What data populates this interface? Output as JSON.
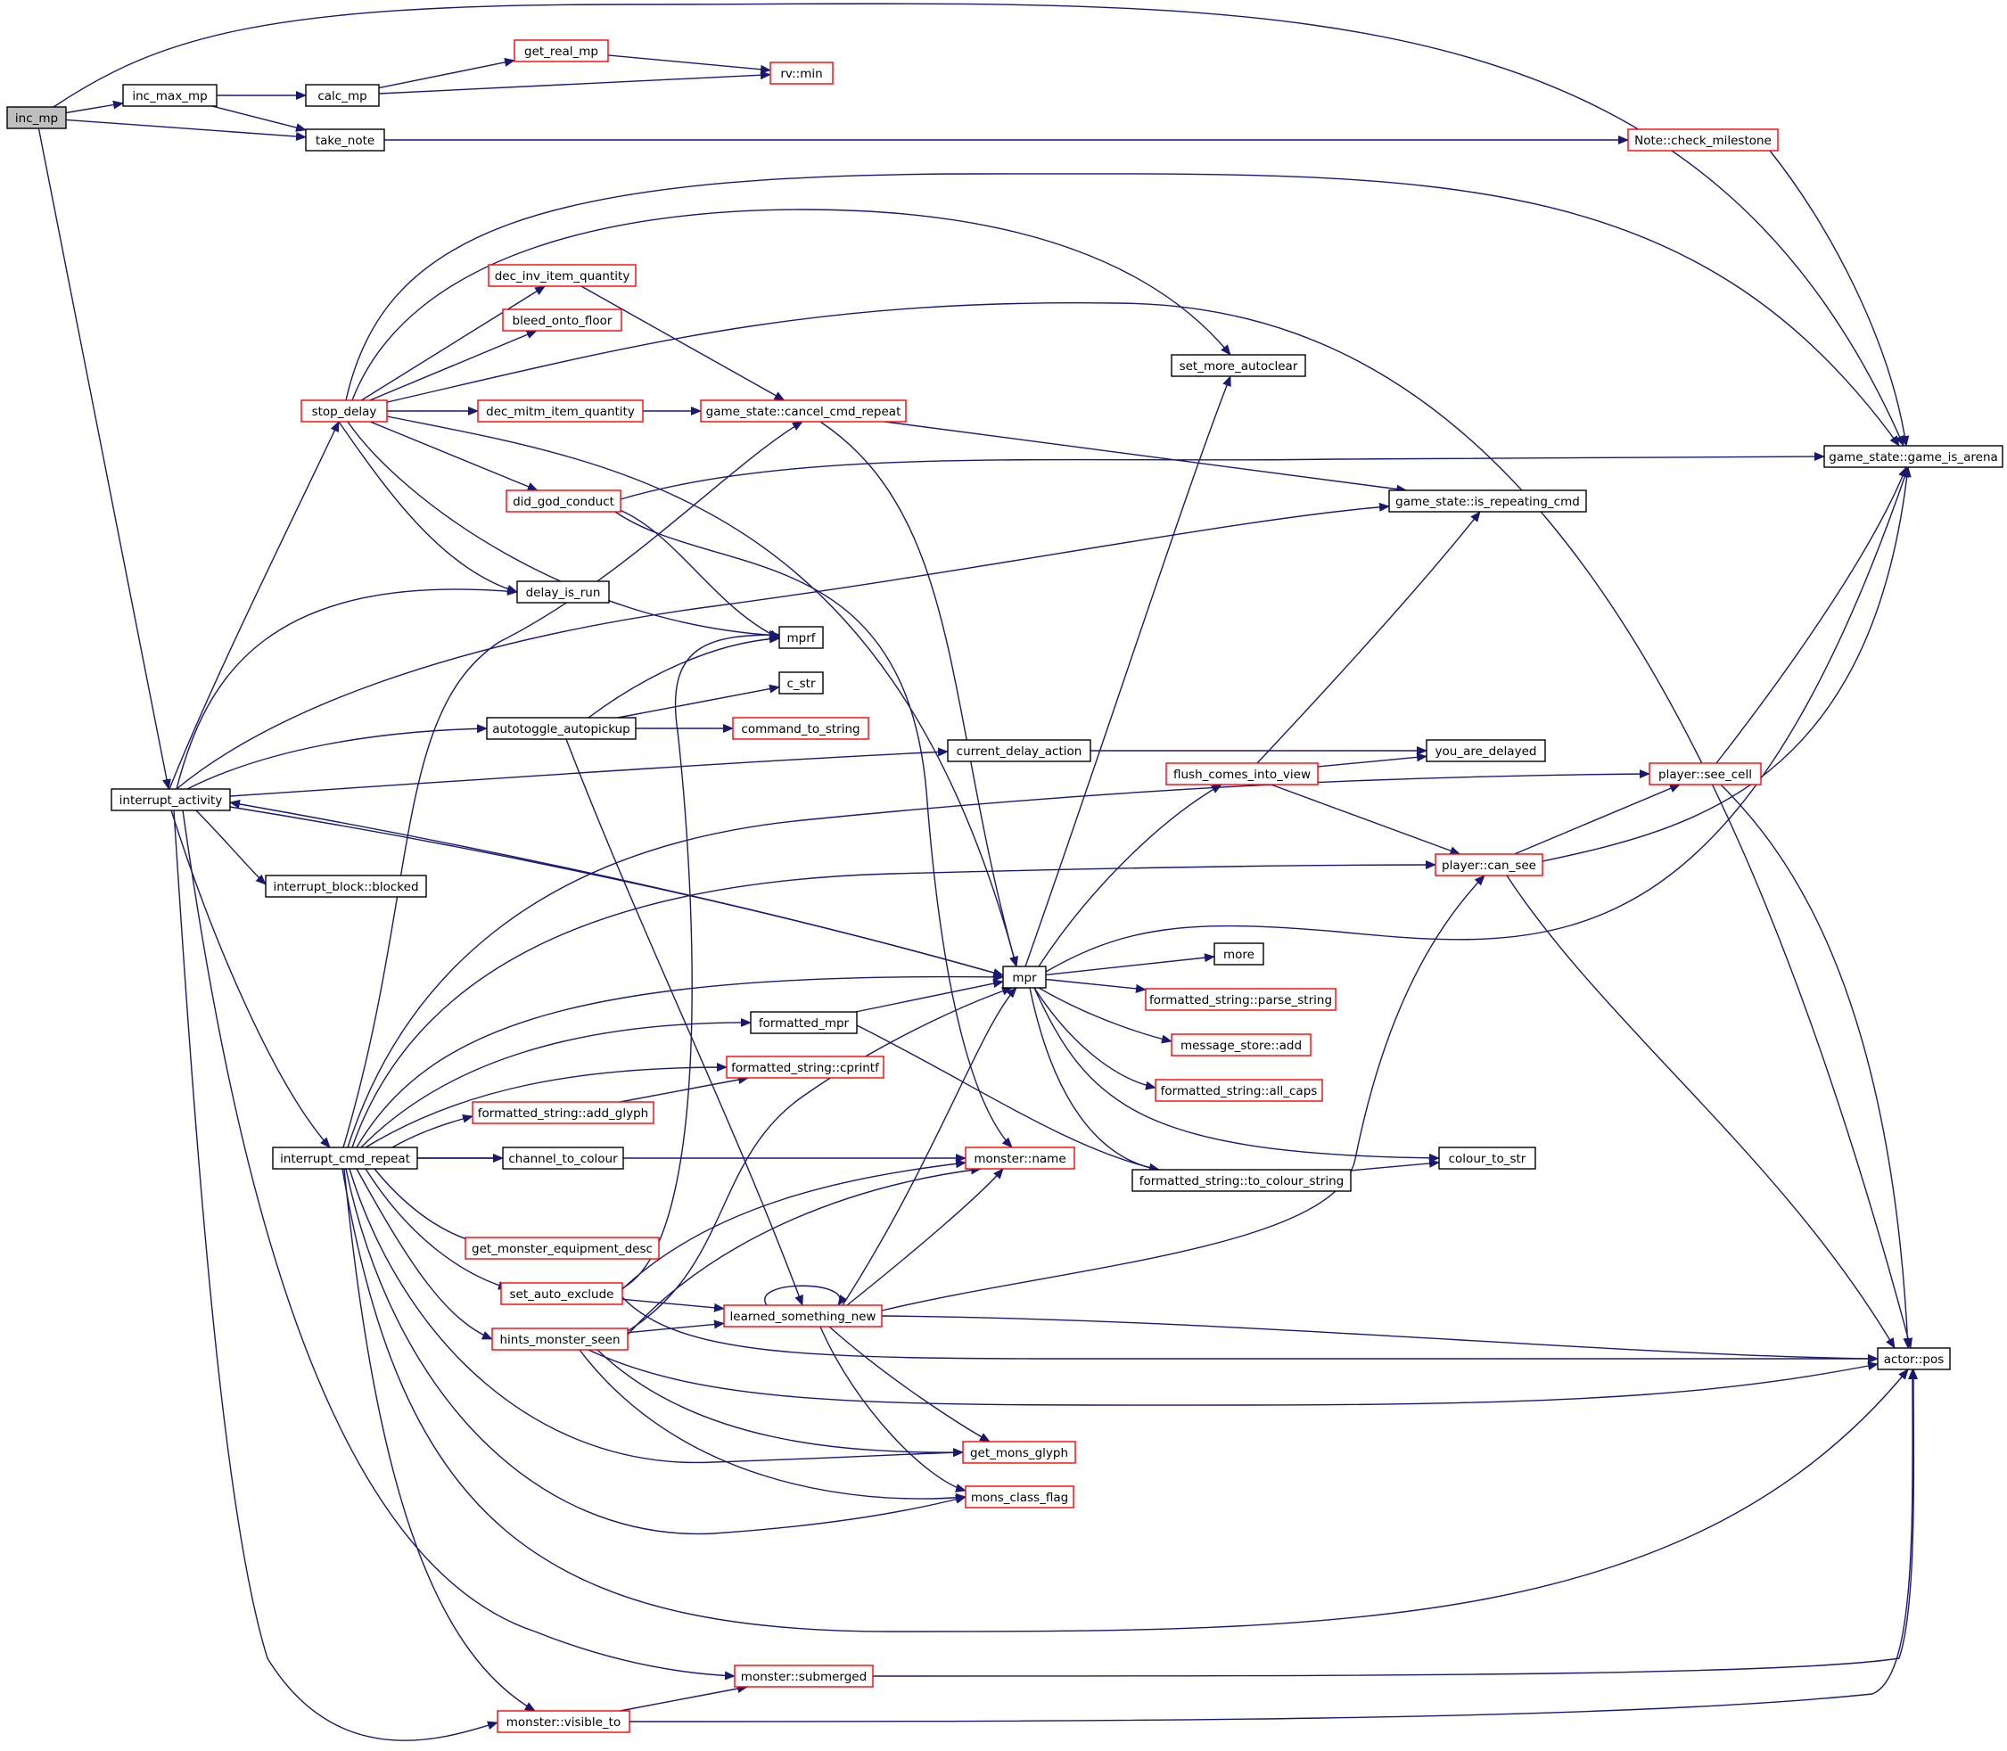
{
  "graph": {
    "nodes": [
      {
        "id": "inc_mp",
        "label": "inc_mp",
        "border": "root"
      },
      {
        "id": "inc_max_mp",
        "label": "inc_max_mp",
        "border": "black"
      },
      {
        "id": "calc_mp",
        "label": "calc_mp",
        "border": "black"
      },
      {
        "id": "get_real_mp",
        "label": "get_real_mp",
        "border": "red"
      },
      {
        "id": "rv_min",
        "label": "rv::min",
        "border": "red"
      },
      {
        "id": "take_note",
        "label": "take_note",
        "border": "black"
      },
      {
        "id": "note_check_milestone",
        "label": "Note::check_milestone",
        "border": "red"
      },
      {
        "id": "dec_inv_item_quantity",
        "label": "dec_inv_item_quantity",
        "border": "red"
      },
      {
        "id": "bleed_onto_floor",
        "label": "bleed_onto_floor",
        "border": "red"
      },
      {
        "id": "set_more_autoclear",
        "label": "set_more_autoclear",
        "border": "black"
      },
      {
        "id": "stop_delay",
        "label": "stop_delay",
        "border": "red"
      },
      {
        "id": "dec_mitm_item_quantity",
        "label": "dec_mitm_item_quantity",
        "border": "red"
      },
      {
        "id": "cancel_cmd_repeat",
        "label": "game_state::cancel_cmd_repeat",
        "border": "red"
      },
      {
        "id": "game_is_arena",
        "label": "game_state::game_is_arena",
        "border": "black"
      },
      {
        "id": "did_god_conduct",
        "label": "did_god_conduct",
        "border": "red"
      },
      {
        "id": "is_repeating_cmd",
        "label": "game_state::is_repeating_cmd",
        "border": "black"
      },
      {
        "id": "delay_is_run",
        "label": "delay_is_run",
        "border": "black"
      },
      {
        "id": "mprf",
        "label": "mprf",
        "border": "black"
      },
      {
        "id": "c_str",
        "label": "c_str",
        "border": "black"
      },
      {
        "id": "autotoggle_autopickup",
        "label": "autotoggle_autopickup",
        "border": "black"
      },
      {
        "id": "command_to_string",
        "label": "command_to_string",
        "border": "red"
      },
      {
        "id": "current_delay_action",
        "label": "current_delay_action",
        "border": "black"
      },
      {
        "id": "you_are_delayed",
        "label": "you_are_delayed",
        "border": "black"
      },
      {
        "id": "flush_comes_into_view",
        "label": "flush_comes_into_view",
        "border": "red"
      },
      {
        "id": "player_see_cell",
        "label": "player::see_cell",
        "border": "red"
      },
      {
        "id": "interrupt_activity",
        "label": "interrupt_activity",
        "border": "black"
      },
      {
        "id": "player_can_see",
        "label": "player::can_see",
        "border": "red"
      },
      {
        "id": "interrupt_block_blocked",
        "label": "interrupt_block::blocked",
        "border": "black"
      },
      {
        "id": "more",
        "label": "more",
        "border": "black"
      },
      {
        "id": "mpr",
        "label": "mpr",
        "border": "black"
      },
      {
        "id": "fs_parse_string",
        "label": "formatted_string::parse_string",
        "border": "red"
      },
      {
        "id": "formatted_mpr",
        "label": "formatted_mpr",
        "border": "black"
      },
      {
        "id": "message_store_add",
        "label": "message_store::add",
        "border": "red"
      },
      {
        "id": "fs_cprintf",
        "label": "formatted_string::cprintf",
        "border": "red"
      },
      {
        "id": "fs_all_caps",
        "label": "formatted_string::all_caps",
        "border": "red"
      },
      {
        "id": "fs_add_glyph",
        "label": "formatted_string::add_glyph",
        "border": "red"
      },
      {
        "id": "interrupt_cmd_repeat",
        "label": "interrupt_cmd_repeat",
        "border": "black"
      },
      {
        "id": "channel_to_colour",
        "label": "channel_to_colour",
        "border": "black"
      },
      {
        "id": "monster_name",
        "label": "monster::name",
        "border": "red"
      },
      {
        "id": "colour_to_str",
        "label": "colour_to_str",
        "border": "black"
      },
      {
        "id": "fs_to_colour_string",
        "label": "formatted_string::to_colour_string",
        "border": "black"
      },
      {
        "id": "get_monster_equipment_desc",
        "label": "get_monster_equipment_desc",
        "border": "red"
      },
      {
        "id": "set_auto_exclude",
        "label": "set_auto_exclude",
        "border": "red"
      },
      {
        "id": "learned_something_new",
        "label": "learned_something_new",
        "border": "red"
      },
      {
        "id": "hints_monster_seen",
        "label": "hints_monster_seen",
        "border": "red"
      },
      {
        "id": "actor_pos",
        "label": "actor::pos",
        "border": "black"
      },
      {
        "id": "get_mons_glyph",
        "label": "get_mons_glyph",
        "border": "red"
      },
      {
        "id": "mons_class_flag",
        "label": "mons_class_flag",
        "border": "red"
      },
      {
        "id": "monster_submerged",
        "label": "monster::submerged",
        "border": "red"
      },
      {
        "id": "monster_visible_to",
        "label": "monster::visible_to",
        "border": "red"
      }
    ],
    "edges": [
      [
        "inc_mp",
        "inc_max_mp"
      ],
      [
        "inc_mp",
        "take_note"
      ],
      [
        "inc_mp",
        "game_is_arena"
      ],
      [
        "inc_mp",
        "interrupt_activity"
      ],
      [
        "inc_max_mp",
        "calc_mp"
      ],
      [
        "inc_max_mp",
        "take_note"
      ],
      [
        "calc_mp",
        "get_real_mp"
      ],
      [
        "calc_mp",
        "rv_min"
      ],
      [
        "get_real_mp",
        "rv_min"
      ],
      [
        "take_note",
        "note_check_milestone"
      ],
      [
        "note_check_milestone",
        "game_is_arena"
      ],
      [
        "stop_delay",
        "game_is_arena"
      ],
      [
        "stop_delay",
        "set_more_autoclear"
      ],
      [
        "stop_delay",
        "dec_inv_item_quantity"
      ],
      [
        "stop_delay",
        "bleed_onto_floor"
      ],
      [
        "stop_delay",
        "actor_pos"
      ],
      [
        "stop_delay",
        "dec_mitm_item_quantity"
      ],
      [
        "stop_delay",
        "mpr"
      ],
      [
        "stop_delay",
        "did_god_conduct"
      ],
      [
        "stop_delay",
        "mprf"
      ],
      [
        "stop_delay",
        "delay_is_run"
      ],
      [
        "dec_inv_item_quantity",
        "cancel_cmd_repeat"
      ],
      [
        "dec_mitm_item_quantity",
        "cancel_cmd_repeat"
      ],
      [
        "cancel_cmd_repeat",
        "is_repeating_cmd"
      ],
      [
        "cancel_cmd_repeat",
        "mpr"
      ],
      [
        "did_god_conduct",
        "game_is_arena"
      ],
      [
        "did_god_conduct",
        "mprf"
      ],
      [
        "did_god_conduct",
        "monster_name"
      ],
      [
        "autotoggle_autopickup",
        "mprf"
      ],
      [
        "autotoggle_autopickup",
        "c_str"
      ],
      [
        "autotoggle_autopickup",
        "command_to_string"
      ],
      [
        "autotoggle_autopickup",
        "learned_something_new"
      ],
      [
        "current_delay_action",
        "you_are_delayed"
      ],
      [
        "flush_comes_into_view",
        "is_repeating_cmd"
      ],
      [
        "flush_comes_into_view",
        "you_are_delayed"
      ],
      [
        "flush_comes_into_view",
        "player_can_see"
      ],
      [
        "player_see_cell",
        "game_is_arena"
      ],
      [
        "player_see_cell",
        "actor_pos"
      ],
      [
        "player_can_see",
        "player_see_cell"
      ],
      [
        "player_can_see",
        "game_is_arena"
      ],
      [
        "player_can_see",
        "actor_pos"
      ],
      [
        "interrupt_activity",
        "stop_delay"
      ],
      [
        "interrupt_activity",
        "delay_is_run"
      ],
      [
        "interrupt_activity",
        "is_repeating_cmd"
      ],
      [
        "interrupt_activity",
        "autotoggle_autopickup"
      ],
      [
        "interrupt_activity",
        "current_delay_action"
      ],
      [
        "interrupt_activity",
        "interrupt_block_blocked"
      ],
      [
        "interrupt_activity",
        "mpr"
      ],
      [
        "interrupt_activity",
        "interrupt_cmd_repeat"
      ],
      [
        "interrupt_activity",
        "monster_submerged"
      ],
      [
        "interrupt_activity",
        "monster_visible_to"
      ],
      [
        "mpr",
        "interrupt_activity"
      ],
      [
        "mpr",
        "set_more_autoclear"
      ],
      [
        "mpr",
        "flush_comes_into_view"
      ],
      [
        "mpr",
        "game_is_arena"
      ],
      [
        "mpr",
        "more"
      ],
      [
        "mpr",
        "fs_parse_string"
      ],
      [
        "mpr",
        "message_store_add"
      ],
      [
        "mpr",
        "fs_all_caps"
      ],
      [
        "mpr",
        "colour_to_str"
      ],
      [
        "mpr",
        "fs_to_colour_string"
      ],
      [
        "formatted_mpr",
        "mpr"
      ],
      [
        "formatted_mpr",
        "fs_to_colour_string"
      ],
      [
        "fs_to_colour_string",
        "colour_to_str"
      ],
      [
        "fs_add_glyph",
        "fs_cprintf"
      ],
      [
        "interrupt_cmd_repeat",
        "cancel_cmd_repeat"
      ],
      [
        "interrupt_cmd_repeat",
        "player_see_cell"
      ],
      [
        "interrupt_cmd_repeat",
        "player_can_see"
      ],
      [
        "interrupt_cmd_repeat",
        "mpr"
      ],
      [
        "interrupt_cmd_repeat",
        "formatted_mpr"
      ],
      [
        "interrupt_cmd_repeat",
        "fs_cprintf"
      ],
      [
        "interrupt_cmd_repeat",
        "fs_add_glyph"
      ],
      [
        "interrupt_cmd_repeat",
        "channel_to_colour"
      ],
      [
        "interrupt_cmd_repeat",
        "monster_name"
      ],
      [
        "interrupt_cmd_repeat",
        "get_monster_equipment_desc"
      ],
      [
        "interrupt_cmd_repeat",
        "set_auto_exclude"
      ],
      [
        "interrupt_cmd_repeat",
        "hints_monster_seen"
      ],
      [
        "interrupt_cmd_repeat",
        "get_mons_glyph"
      ],
      [
        "interrupt_cmd_repeat",
        "mons_class_flag"
      ],
      [
        "interrupt_cmd_repeat",
        "actor_pos"
      ],
      [
        "interrupt_cmd_repeat",
        "monster_visible_to"
      ],
      [
        "set_auto_exclude",
        "monster_name"
      ],
      [
        "set_auto_exclude",
        "learned_something_new"
      ],
      [
        "set_auto_exclude",
        "actor_pos"
      ],
      [
        "set_auto_exclude",
        "mprf"
      ],
      [
        "hints_monster_seen",
        "mpr"
      ],
      [
        "hints_monster_seen",
        "monster_name"
      ],
      [
        "hints_monster_seen",
        "learned_something_new"
      ],
      [
        "hints_monster_seen",
        "actor_pos"
      ],
      [
        "hints_monster_seen",
        "get_mons_glyph"
      ],
      [
        "hints_monster_seen",
        "mons_class_flag"
      ],
      [
        "learned_something_new",
        "learned_something_new"
      ],
      [
        "learned_something_new",
        "mpr"
      ],
      [
        "learned_something_new",
        "monster_name"
      ],
      [
        "learned_something_new",
        "player_can_see"
      ],
      [
        "learned_something_new",
        "actor_pos"
      ],
      [
        "learned_something_new",
        "get_mons_glyph"
      ],
      [
        "learned_something_new",
        "mons_class_flag"
      ],
      [
        "monster_visible_to",
        "monster_submerged"
      ],
      [
        "monster_visible_to",
        "actor_pos"
      ],
      [
        "monster_submerged",
        "actor_pos"
      ]
    ]
  }
}
